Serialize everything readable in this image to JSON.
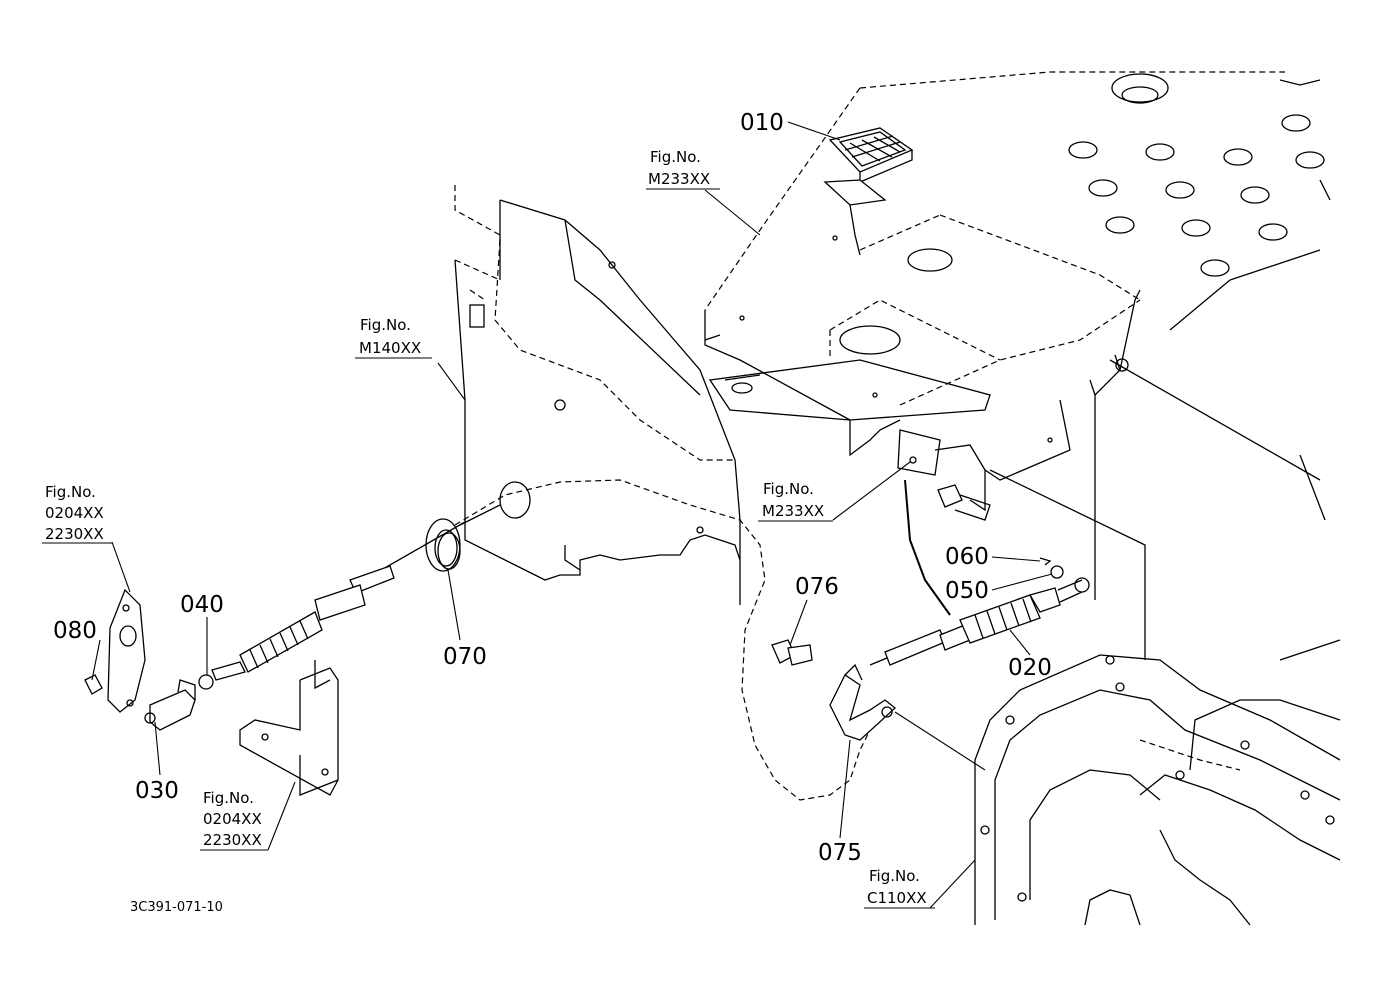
{
  "drawing_id": "3C391-071-10",
  "parts": {
    "p010": "010",
    "p020": "020",
    "p030": "030",
    "p040": "040",
    "p050": "050",
    "p060": "060",
    "p070": "070",
    "p075": "075",
    "p076": "076",
    "p080": "080"
  },
  "fig_refs": {
    "m233_top": {
      "label": "Fig.No.",
      "code": "M233XX"
    },
    "m140": {
      "label": "Fig.No.",
      "code": "M140XX"
    },
    "m233_mid": {
      "label": "Fig.No.",
      "code": "M233XX"
    },
    "left": {
      "label": "Fig.No.",
      "codes": [
        "0204XX",
        "2230XX"
      ]
    },
    "bottom": {
      "label": "Fig.No.",
      "codes": [
        "0204XX",
        "2230XX"
      ]
    },
    "c110": {
      "label": "Fig.No.",
      "code": "C110XX"
    }
  },
  "colors": {
    "ink": "#000000",
    "paper": "#ffffff"
  }
}
